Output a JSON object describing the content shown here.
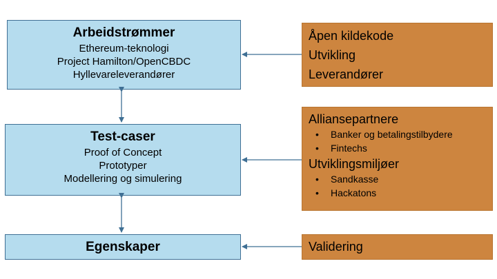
{
  "workstreams": {
    "title": "Arbeidstrømmer",
    "lines": [
      "Ethereum-teknologi",
      "Project Hamilton/OpenCBDC",
      "Hyllevareleverandører"
    ]
  },
  "testcases": {
    "title": "Test-caser",
    "lines": [
      "Proof of Concept",
      "Prototyper",
      "Modellering og simulering"
    ]
  },
  "properties": {
    "title": "Egenskaper"
  },
  "sources": {
    "lines": [
      "Åpen kildekode",
      "Utvikling",
      "Leverandører"
    ]
  },
  "partners": {
    "heading1": "Allianse­partnere",
    "bullets1": [
      "Banker og betalingstilbydere",
      "Fintechs"
    ],
    "heading2": "Utviklingsmiljøer",
    "bullets2": [
      "Sandkasse",
      "Hackatons"
    ],
    "bullet_char": "•"
  },
  "validation": {
    "label": "Validering"
  },
  "colors": {
    "blue_fill": "#b5dcee",
    "blue_border": "#3f6f94",
    "orange_fill": "#cd853f",
    "arrow": "#3f6f94"
  }
}
